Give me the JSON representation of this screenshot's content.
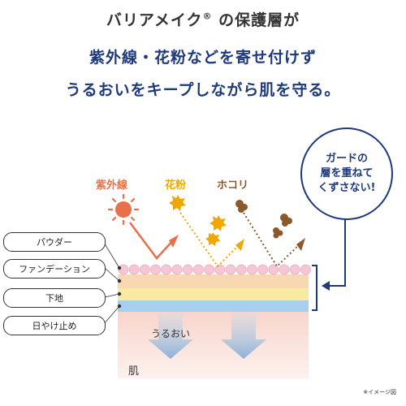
{
  "heading": {
    "line1_prefix": "バリアメイク",
    "line1_mark": "®",
    "line1_suffix": " の保護層が",
    "line2": "紫外線・花粉などを寄せ付けず",
    "line3": "うるおいをキープしながら肌を守る。"
  },
  "threats": {
    "uv": "紫外線",
    "pollen": "花粉",
    "dust": "ホコリ"
  },
  "callout": {
    "line1": "ガードの",
    "line2": "層を重ねて",
    "line3": "くずさない!"
  },
  "layers": [
    {
      "label": "パウダー"
    },
    {
      "label": "ファンデーション"
    },
    {
      "label": "下地"
    },
    {
      "label": "日やけ止め"
    }
  ],
  "skin": {
    "moisture_label": "うるおい",
    "skin_label": "肌"
  },
  "note": "※イメージ図",
  "colors": {
    "navy": "#1e3a7a",
    "uv": "#e8704a",
    "pollen": "#f0a800",
    "dust": "#8a5a2a",
    "powder": "#f4c6d6",
    "foundation": "#f8d8b0",
    "primer": "#fae9a0",
    "sunscreen": "#a8cfee",
    "skin": "#fbe4de"
  }
}
